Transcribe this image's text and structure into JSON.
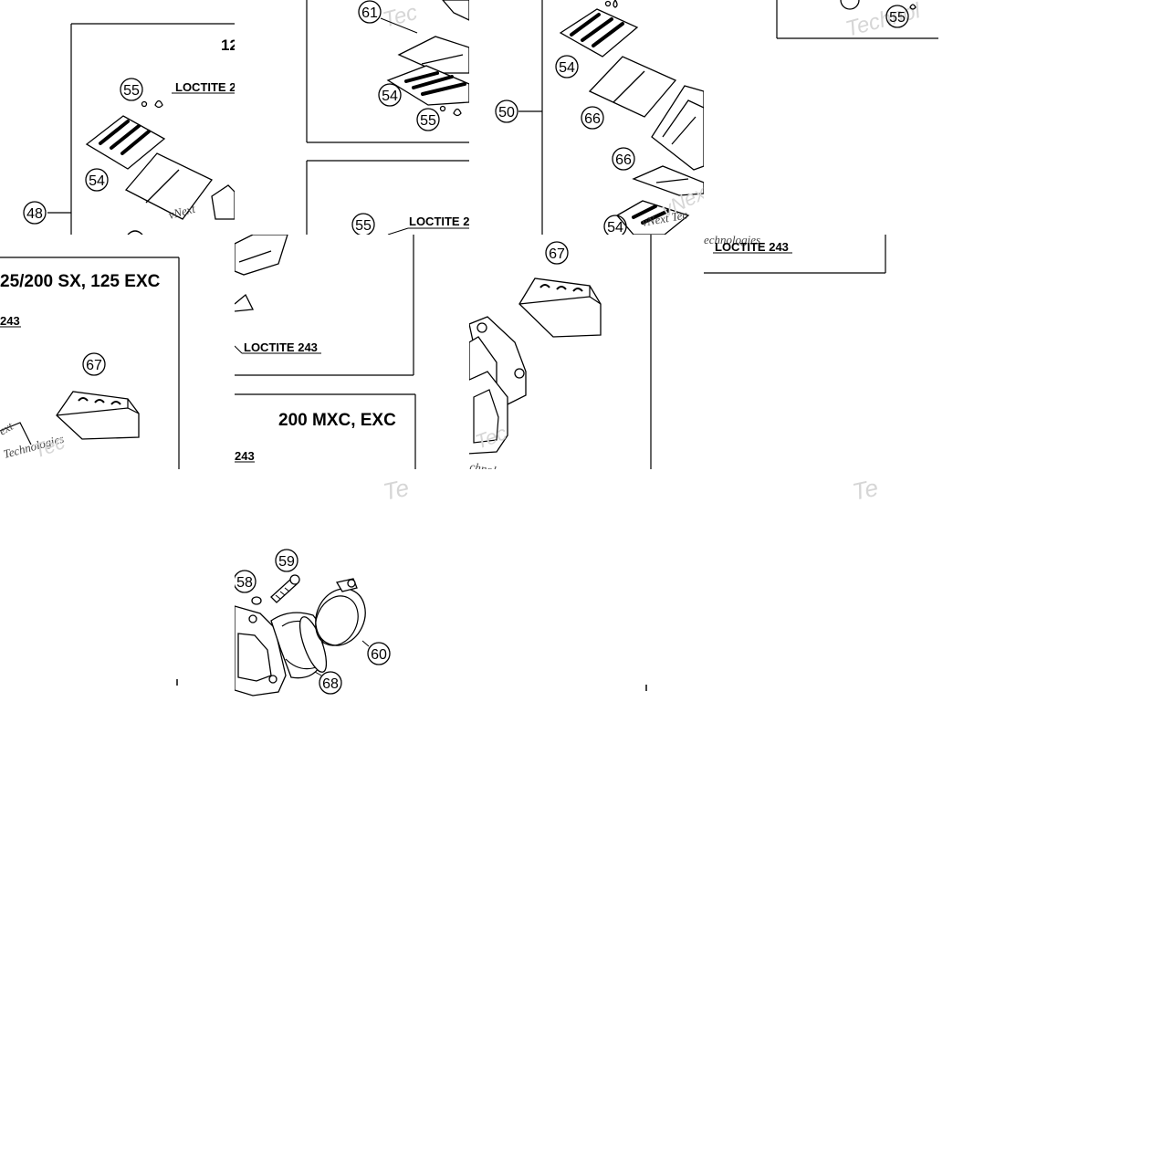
{
  "labels": {
    "loctite_243": "LOCTITE 243",
    "loctite_2": "LOCTITE 2",
    "num_243": "243",
    "model_12": "12",
    "model_125_200": "25/200 SX, 125 EXC",
    "model_200": "200 MXC, EXC"
  },
  "refs": {
    "r48": "48",
    "r50": "50",
    "r54": "54",
    "r55": "55",
    "r58": "58",
    "r59": "59",
    "r60": "60",
    "r61": "61",
    "r66": "66",
    "r67": "67",
    "r68": "68"
  },
  "watermark": {
    "tech": "Tec",
    "technol": "Technol",
    "vnext": "vNext",
    "vnext_tec": "vNext Tec",
    "technologies": "Technologies",
    "echnologies": "echnologies",
    "chnologies": "chnologies",
    "ext": "ext",
    "te": "Te"
  }
}
